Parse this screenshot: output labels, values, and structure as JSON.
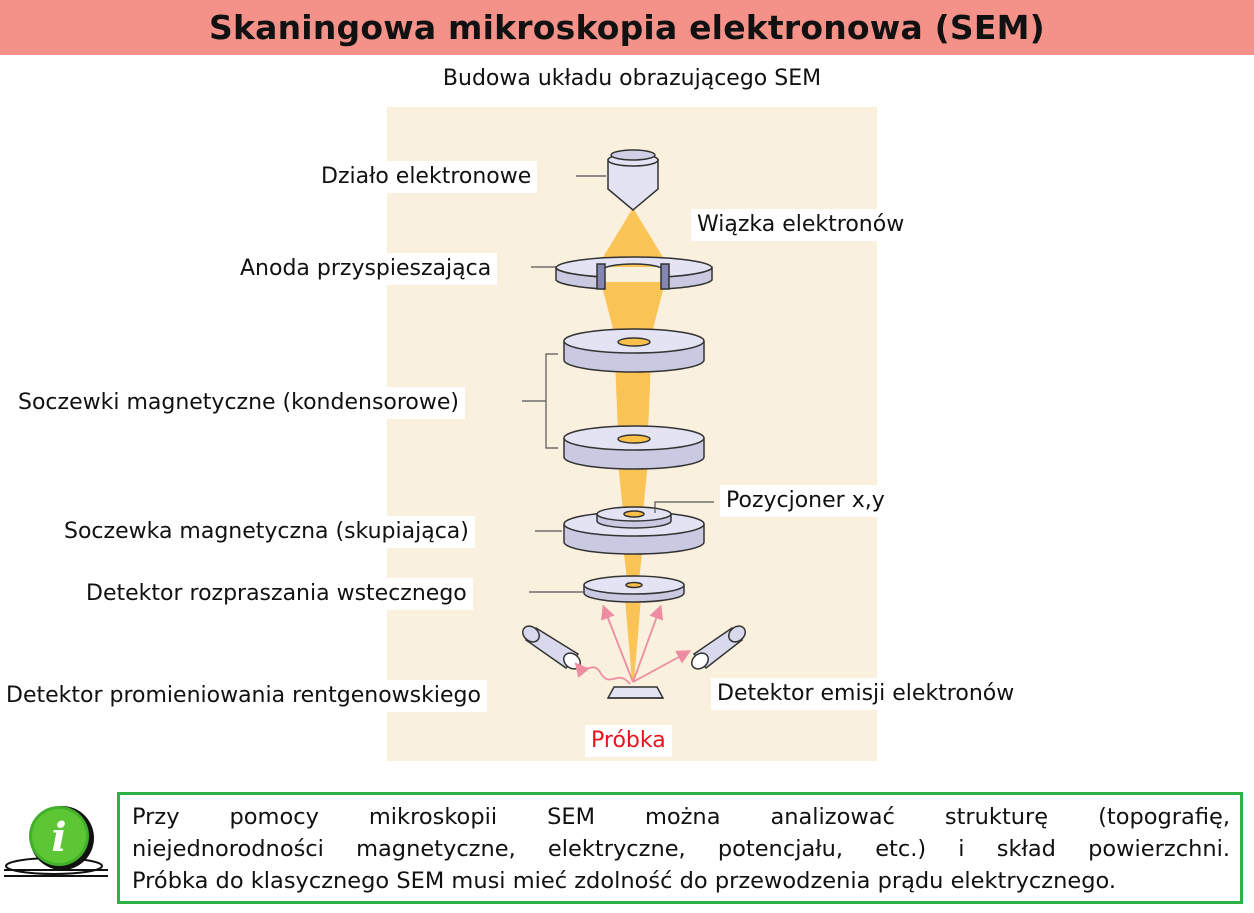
{
  "header": {
    "title": "Skaningowa mikroskopia elektronowa (SEM)"
  },
  "diagram": {
    "subtitle": "Budowa układu obrazującego SEM",
    "labels": {
      "electron_gun": "Działo elektronowe",
      "electron_beam": "Wiązka elektronów",
      "accelerating_anode": "Anoda przyspieszająca",
      "condenser_lenses": "Soczewki magnetyczne (kondensorowe)",
      "xy_positioner": "Pozycjoner x,y",
      "focusing_lens": "Soczewka magnetyczna (skupiająca)",
      "backscatter_detector": "Detektor rozpraszania wstecznego",
      "xray_detector": "Detektor promieniowania rentgenowskiego",
      "electron_emission_detector": "Detektor emisji elektronów",
      "sample": "Próbka"
    },
    "colors": {
      "beam": "#fbc04a",
      "component": "#e3e3f3",
      "panel": "#faf0de",
      "sample_label": "#e8141c",
      "arrows": "#ee8ca0"
    }
  },
  "info": {
    "icon": "info-icon",
    "lines": [
      "Przy pomocy mikroskopii SEM można analizować strukturę (topografię,",
      "niejednorodności magnetyczne, elektryczne, potencjału, etc.) i skład powierzchni.",
      "Próbka do klasycznego SEM musi mieć zdolność do przewodzenia prądu elektrycznego."
    ]
  }
}
